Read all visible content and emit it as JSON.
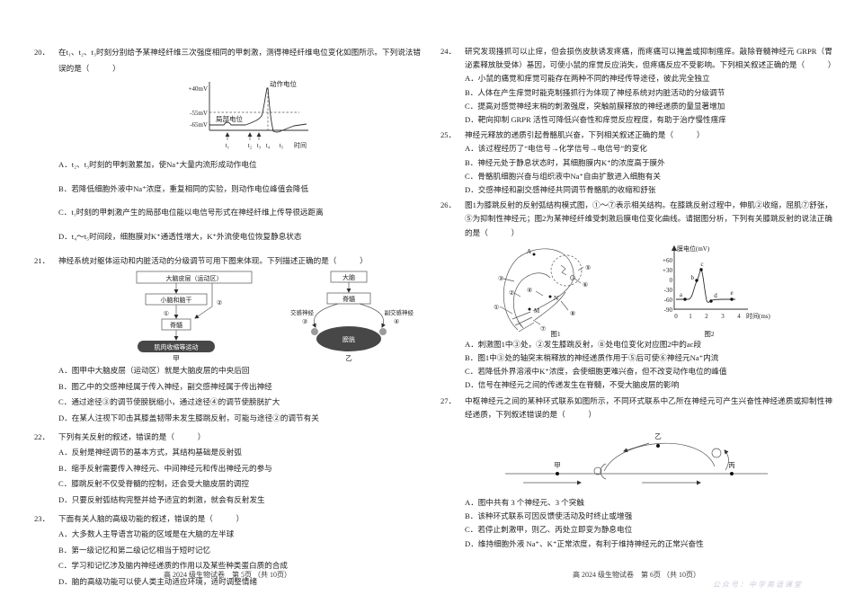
{
  "page5": {
    "footer": "高 2024 级生物试卷　第 5页 （共 10页）",
    "q20": {
      "number": "20．",
      "stem": "在t₁、t₂、t₃时刻分别给予某神经纤维三次强度相同的甲刺激，测得神经纤维电位变化如图所示。下列说法错误的是（　　　）",
      "figure": {
        "y_top": "+40mV",
        "y_mid": "-55mV",
        "y_base": "-65mV",
        "label_action": "动作电位",
        "label_local": "局部电位",
        "t1": "t₁",
        "t2": "t₂",
        "t3": "t₃",
        "t4": "t₄",
        "t5": "t₅",
        "xlabel": "时间"
      },
      "options": [
        "A．t₂、t₃时刻的甲刺激累加，使Na⁺大量内流形成动作电位",
        "B．若降低细胞外液中Na⁺浓度，重复相同的实验，则动作电位峰值会降低",
        "C．t₁时刻的甲刺激产生的局部电位能以电信号形式在神经纤维上传导很远距离",
        "D．t₄～t₅时间段，细胞膜对K⁺通透性增大，K⁺外流使电位恢复静息状态"
      ]
    },
    "q21": {
      "number": "21．",
      "stem": "神经系统对躯体运动和内脏活动的分级调节可用下图来体现。下列描述正确的是（　　　）",
      "fig_jia": {
        "box1": "大脑皮层（运动区）",
        "box2": "小脑和脑干",
        "box3": "脊髓",
        "box4": "肌肉收缩等运动",
        "n1": "①",
        "n2": "②",
        "caption": "甲"
      },
      "fig_yi": {
        "box1": "大脑",
        "box2": "脊髓",
        "left_label": "交感神经",
        "left_num": "③",
        "right_label": "副交感神经",
        "right_num": "④",
        "organ": "膀胱",
        "caption": "乙"
      },
      "options": [
        "A．图甲中大脑皮层（运动区）就是大脑皮层的中央后回",
        "B．图乙中的交感神经属于传入神经，副交感神经属于传出神经",
        "C．通过途径③的调节使膀胱缩小，通过途径④的调节使膀胱扩大",
        "D．在某人注视下叩击其膝盖韧带未发生膝跳反射，可能与途径②的调节有关"
      ]
    },
    "q22": {
      "number": "22．",
      "stem": "下列有关反射的叙述，错误的是（　　　）",
      "options": [
        "A．反射是神经调节的基本方式，其结构基础是反射弧",
        "B．缩手反射需要传入神经元、中间神经元和传出神经元的参与",
        "C．膝跳反射不仅受脊髓的控制，还会受大脑皮层的调控",
        "D．只要反射弧结构完整并给予适宜的刺激，就会有反射发生"
      ]
    },
    "q23": {
      "number": "23．",
      "stem": "下面有关人脑的高级功能的叙述，错误的是（　　　）",
      "options": [
        "A．大多数人主导语言功能的区域是在大脑的左半球",
        "B．第一级记忆和第二级记忆相当于短时记忆",
        "C．学习和记忆涉及脑内神经递质的作用以及某些种类蛋白质的合成",
        "D．脑的高级功能可以使人类主动适应环境，适时调整情绪"
      ]
    }
  },
  "page6": {
    "footer": "高 2024 级生物试卷　第 6页 （共 10页）",
    "watermark": "公众号：中学英语课堂",
    "q24": {
      "number": "24．",
      "stem": "研究发现搔抓可以止痒，但会损伤皮肤诱发疼痛，而疼痛可以掩盖或抑制瘙痒。敲除脊髓神经元 GRPR（胃泌素释放肽受体）基因，可使小鼠的痒觉反应消失，但疼痛反应不受影响。下列相关叙述正确的是（　　　）",
      "options": [
        "A．小鼠的痛觉和痒觉可能存在两种不同的神经传导途径，彼此完全独立",
        "B．人体在产生痒觉时能克制搔抓行为体现了神经系统对内脏活动的分级调节",
        "C．提高对感觉神经末梢的刺激强度，突触前膜释放的神经递质的量显著增加",
        "D．靶向抑制 GRPR 活性可降低兴奋性和痒觉反应程度，有助于治疗慢性瘙痒"
      ]
    },
    "q25": {
      "number": "25．",
      "stem": "神经元释放的递质引起骨骼肌兴奋，下列相关叙述正确的是（　　　）",
      "options": [
        "A．该过程经历了“电信号→化学信号→电信号”的变化",
        "B．神经元处于静息状态时，其细胞膜内K⁺的浓度高于膜外",
        "C．骨骼肌细胞兴奋与组织液中Na⁺自由扩散进入细胞有关",
        "D．交感神经和副交感神经共同调节骨骼肌的收缩和舒张"
      ]
    },
    "q26": {
      "number": "26．",
      "stem": "图1为膝跳反射的反射弧结构模式图，①～⑦表示相关结构。在膝跳反射过程中，伸肌②收缩，屈肌⑦舒张，⑤为抑制性神经元；图2为某神经纤维受刺激后膜电位变化曲线。请据图分析，下列有关膝跳反射的说法正确的是（　　　）",
      "fig1": {
        "n1": "①",
        "n2": "②",
        "n3": "③",
        "n4": "④",
        "n5": "⑤",
        "n6": "⑥",
        "n7": "⑦",
        "n8": "⑧",
        "A": "A",
        "N": "N",
        "M": "M",
        "caption": "图1"
      },
      "fig2": {
        "ylabel": "膜电位(mV)",
        "yt": [
          "+60",
          "+30",
          "0",
          "-30",
          "-60",
          "-90"
        ],
        "xt": [
          "0",
          "1",
          "2",
          "3",
          "4"
        ],
        "xlabel": "时间(ms)",
        "pa": "a",
        "pb": "b",
        "pc": "c",
        "pd": "d",
        "pe": "e",
        "caption": "图2"
      },
      "options": [
        "A．刺激图1中③处，②发生膝跳反射，⑧处电位变化对应图2中的ac段",
        "B．图1中③处的轴突末梢释放的神经递质作用于⑤后可使⑥神经元Na⁺内流",
        "C．若降低外界溶液中K⁺浓度，会使细胞更难兴奋，但不改变动作电位的峰值",
        "D．信号在神经元之间的传递发生在脊髓，不受大脑皮层的影响"
      ]
    },
    "q27": {
      "number": "27．",
      "stem": "中枢神经元之间的某种环式联系如图所示，不同环式联系中乙所在神经元可产生兴奋性神经递质或抑制性神经递质，下列叙述错误的是（　　　）",
      "fig": {
        "jia": "甲",
        "yi": "乙",
        "bing": "丙"
      },
      "options": [
        "A．图中共有 3 个神经元、3 个突触",
        "B．该种环式联系可因反馈使活动及时终止或增强",
        "C．若停止刺激甲，则乙、丙处立即变为静息电位",
        "D．维持细胞外液 Na⁺、K⁺正常浓度，有利于维持神经元的正常兴奋性"
      ]
    }
  }
}
